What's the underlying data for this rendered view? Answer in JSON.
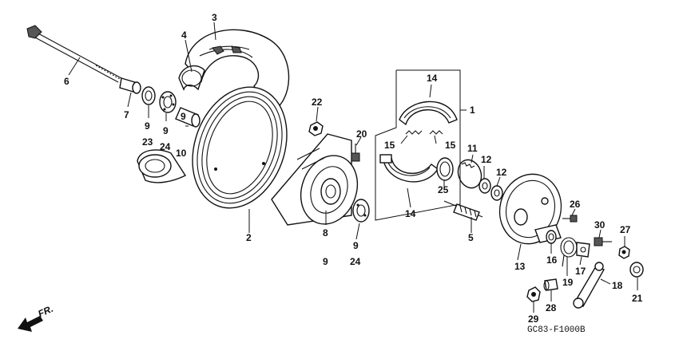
{
  "diagram_code": "GC83-F1000B",
  "direction_label": "FR.",
  "callouts": {
    "c1": "1",
    "c2": "2",
    "c3": "3",
    "c4": "4",
    "c5": "5",
    "c6": "6",
    "c7": "7",
    "c8a": "8",
    "c9a": "9",
    "c9b": "9",
    "c9c": "9",
    "c9d": "9",
    "c9e": "9",
    "c10": "10",
    "c11": "11",
    "c12a": "12",
    "c12b": "12",
    "c13": "13",
    "c14a": "14",
    "c14b": "14",
    "c15a": "15",
    "c15b": "15",
    "c16": "16",
    "c17": "17",
    "c18": "18",
    "c19": "19",
    "c20": "20",
    "c21": "21",
    "c22": "22",
    "c23": "23",
    "c24a": "24",
    "c24b": "24",
    "c25": "25",
    "c26": "26",
    "c27": "27",
    "c28": "28",
    "c29": "29",
    "c30": "30"
  }
}
